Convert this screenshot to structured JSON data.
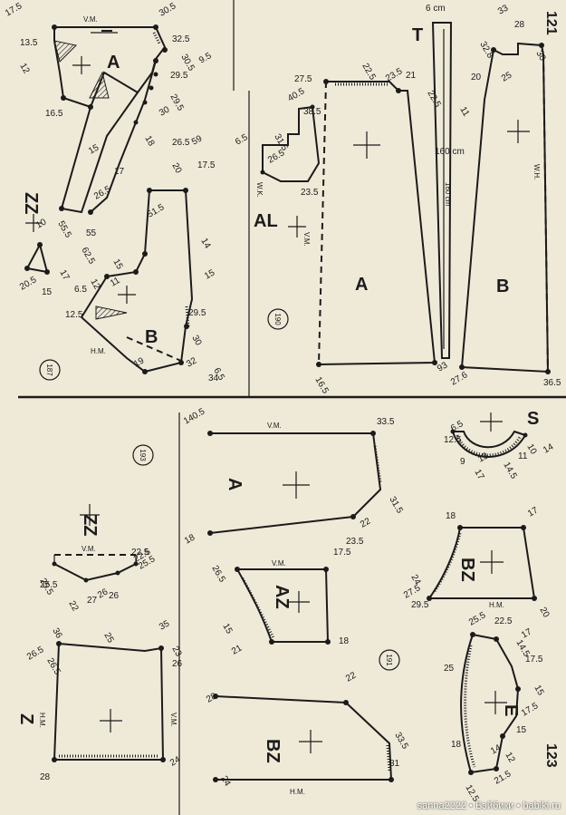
{
  "page_numbers": {
    "top_right": "121",
    "bottom_right": "123"
  },
  "diagram_numbers": {
    "d187": "187",
    "d190": "190",
    "d193": "193",
    "d191": "191"
  },
  "scale_bar": {
    "top": "6 cm",
    "side": "160 cm",
    "letter": "T"
  },
  "labels": {
    "vm": "V.M.",
    "hm": "H.M.",
    "wk": "W.K.",
    "wh": "W.H.",
    "A": "A",
    "B": "B",
    "ZZ": "ZZ",
    "AL": "AL",
    "S": "S",
    "BZ": "BZ",
    "AZ": "AZ",
    "Z": "Z",
    "E": "E"
  },
  "m187": [
    "17.5",
    "13.5",
    "12",
    "30.5",
    "32.5",
    "30.5",
    "9.5",
    "29.5",
    "29.5",
    "30",
    "16.5",
    "18",
    "15",
    "17",
    "55.5",
    "26.5",
    "55",
    "62.5",
    "51.5",
    "26.5",
    "20",
    "59",
    "17.5",
    "14",
    "15",
    "29.5",
    "30",
    "32",
    "34",
    "6.5",
    "19",
    "12.5",
    "12",
    "20.5",
    "15",
    "17",
    "10",
    "6.5",
    "15",
    "11"
  ],
  "m190": [
    "6.5",
    "27.5",
    "22.5",
    "23.5",
    "21",
    "22.5",
    "40.5",
    "38.5",
    "31.5",
    "26.5",
    "23.5",
    "16.5",
    "93",
    "160 cm",
    "32.8",
    "33",
    "28",
    "30",
    "25",
    "20",
    "11",
    "27.6",
    "36.5"
  ],
  "m193": [
    "140.5",
    "33.5",
    "31.5",
    "22",
    "23.5",
    "26.5",
    "18",
    "17.5",
    "15",
    "21",
    "18",
    "33.5",
    "22",
    "31",
    "36",
    "24",
    "28",
    "25",
    "35",
    "26",
    "23",
    "22.5",
    "22.5",
    "25.5",
    "26",
    "27",
    "22",
    "25.5",
    "25.5",
    "26.5",
    "26.5",
    "26",
    "24",
    "28"
  ],
  "m191": [
    "6.5",
    "12.5",
    "10",
    "14",
    "11",
    "14.5",
    "13",
    "9",
    "17",
    "17",
    "18",
    "24",
    "27.5",
    "29.5",
    "20",
    "25.5",
    "22.5",
    "14.5",
    "17",
    "17.5",
    "15",
    "17.5",
    "15",
    "12",
    "14",
    "18",
    "12.5",
    "21.5",
    "25"
  ],
  "watermark": "sanna2222 • Бэйбики • babiki.ru"
}
